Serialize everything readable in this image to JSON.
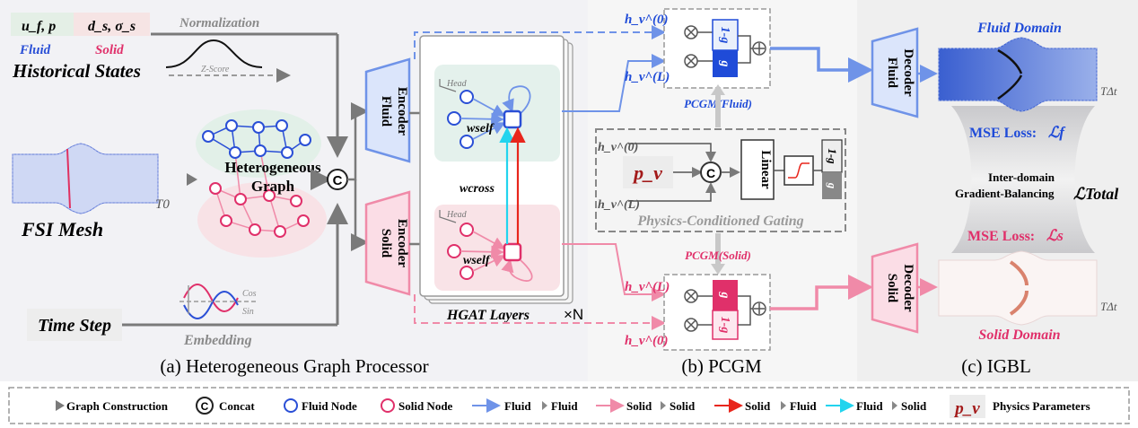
{
  "panels": {
    "a_caption": "(a) Heterogeneous Graph Processor",
    "b_caption": "(b) PCGM",
    "c_caption": "(c) IGBL"
  },
  "inputs": {
    "fluid_vars": "u_f, p",
    "solid_vars": "d_s, σ_s",
    "fluid_label": "Fluid",
    "solid_label": "Solid",
    "historical": "Historical States",
    "normalization": "Normalization",
    "zscore": "Z-Score",
    "mesh_label": "FSI Mesh",
    "t0": "T0",
    "time_step": "Time Step",
    "cos": "Cos",
    "sin": "Sin",
    "embedding": "Embedding"
  },
  "graph": {
    "hetero_line1": "Heterogeneous",
    "hetero_line2": "Graph",
    "concat_symbol": "C",
    "fluid_encoder_1": "Fluid",
    "fluid_encoder_2": "Encoder",
    "solid_encoder_1": "Solid",
    "solid_encoder_2": "Encoder",
    "head": "Head",
    "wself": "wself",
    "wcross": "wcross",
    "hgat_layers": "HGAT Layers",
    "times_n": "×N"
  },
  "pcgm": {
    "h0": "h_v^(0)",
    "hL": "h_v^(L)",
    "gate_top": "1-g",
    "gate_bottom": "g",
    "fluid_title": "PCGM(Fluid)",
    "solid_title": "PCGM(Solid)",
    "pv": "p_v",
    "linear": "Linear",
    "conditioned": "Physics-Conditioned Gating"
  },
  "igbl": {
    "fluid_decoder_1": "Fluid",
    "fluid_decoder_2": "Decoder",
    "solid_decoder_1": "Solid",
    "solid_decoder_2": "Decoder",
    "fluid_domain": "Fluid Domain",
    "solid_domain": "Solid Domain",
    "t_dt": "TΔt",
    "mse_fluid": "MSE Loss:",
    "mse_fluid_sym": "ℒf",
    "mse_solid": "MSE Loss:",
    "mse_solid_sym": "ℒs",
    "balance_1": "Inter-domain",
    "balance_2": "Gradient-Balancing",
    "total_sym": "ℒTotal"
  },
  "legend": {
    "graph_construction": "Graph Construction",
    "concat": "Concat",
    "concat_symbol": "C",
    "fluid_node": "Fluid Node",
    "solid_node": "Solid Node",
    "ff_a": "Fluid",
    "ff_b": "Fluid",
    "ss_a": "Solid",
    "ss_b": "Solid",
    "sf_a": "Solid",
    "sf_b": "Fluid",
    "fs_a": "Fluid",
    "fs_b": "Solid",
    "pv": "p_v",
    "physics": "Physics Parameters"
  },
  "colors": {
    "fluid": "#2a4fd6",
    "solid": "#e0306a",
    "fluid_edge": "#6f93e8",
    "solid_edge": "#f08aa8",
    "cross_red": "#e8261c",
    "cross_cyan": "#22d4ee",
    "gray": "#7a7a7a"
  }
}
